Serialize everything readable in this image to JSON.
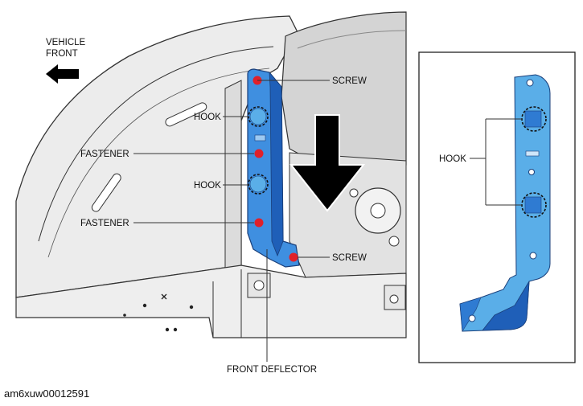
{
  "labels": {
    "vehicle_front_line1": "VEHICLE",
    "vehicle_front_line2": "FRONT",
    "screw_top": "SCREW",
    "hook_upper": "HOOK",
    "fastener_upper": "FASTENER",
    "hook_lower": "HOOK",
    "fastener_lower": "FASTENER",
    "screw_bottom": "SCREW",
    "front_deflector": "FRONT DEFLECTOR",
    "inset_hook": "HOOK"
  },
  "image_code": "am6xuw00012591",
  "colors": {
    "part_blue": "#3f8fe0",
    "part_blue_dark": "#1f5fb8",
    "inset_blue": "#5aaee8",
    "fastener_red": "#e0202a",
    "body_gray": "#e8e8e8",
    "line_gray": "#555555"
  },
  "icons": {
    "direction_arrow": "arrow-left-icon",
    "removal_arrow": "arrow-down-icon"
  }
}
